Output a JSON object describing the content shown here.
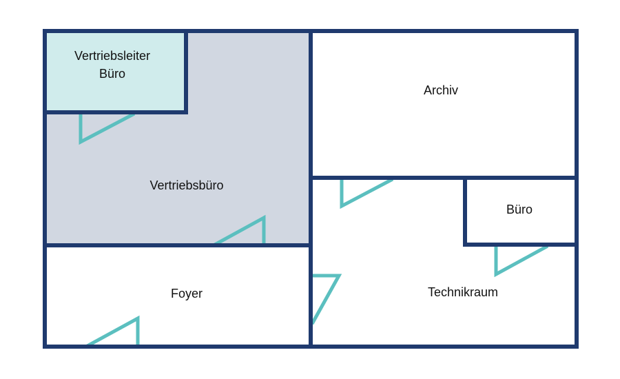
{
  "colors": {
    "wall": "#1f3a6e",
    "door": "#5bbfbf",
    "sales_office_fill": "#d1d7e1",
    "manager_office_fill": "#d0ecec",
    "room_fill": "#ffffff"
  },
  "rooms": {
    "sales_manager_office": {
      "line1": "Vertriebsleiter",
      "line2": "Büro"
    },
    "sales_office": {
      "label": "Vertriebsbüro"
    },
    "archive": {
      "label": "Archiv"
    },
    "office": {
      "label": "Büro"
    },
    "foyer": {
      "label": "Foyer"
    },
    "technical_room": {
      "label": "Technikraum"
    }
  }
}
